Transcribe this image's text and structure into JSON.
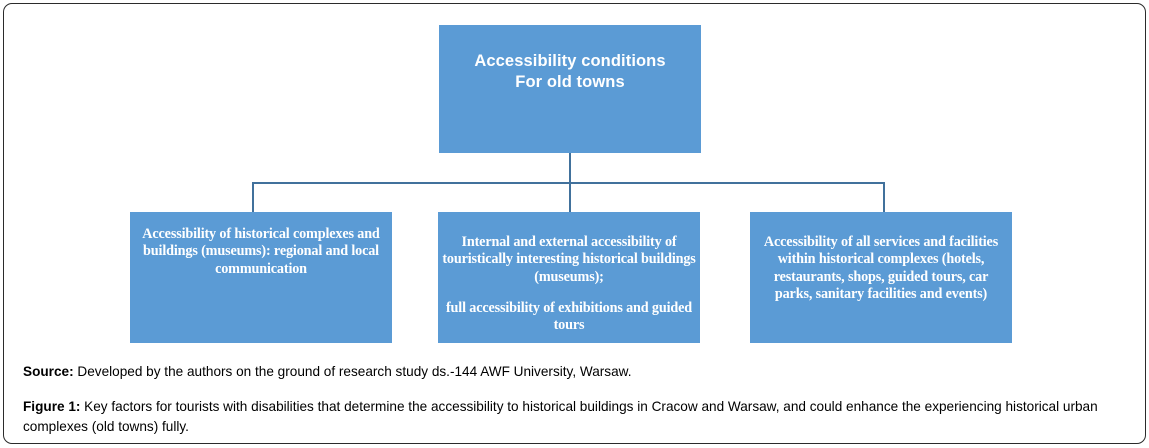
{
  "figure": {
    "root_node": {
      "line1": "Accessibility conditions",
      "line2": "For old towns"
    },
    "children": [
      {
        "id": "accessibility-historical-complexes",
        "paragraphs": [
          "Accessibility of historical complexes and buildings (museums):  regional and local communication"
        ]
      },
      {
        "id": "internal-external-accessibility",
        "paragraphs": [
          "Internal and external accessibility of touristically interesting historical buildings (museums);",
          "full accessibility of exhibitions and guided tours"
        ]
      },
      {
        "id": "accessibility-services-facilities",
        "paragraphs": [
          "Accessibility of all services and facilities within historical complexes (hotels, restaurants, shops, guided tours, car parks, sanitary facilities and events)"
        ]
      }
    ],
    "colors": {
      "node_fill": "#5B9BD5",
      "connector": "#41719C",
      "node_text": "#FFFFFF",
      "frame_border": "#2B2B2B"
    }
  },
  "captions": {
    "source_label": "Source:",
    "source_text": " Developed by the authors on the ground of research study ds.-144 AWF University, Warsaw.",
    "figure_label": "Figure 1:",
    "figure_text": " Key factors for tourists with disabilities that determine the accessibility to historical buildings in Cracow and Warsaw, and could enhance the experiencing historical urban complexes (old towns) fully."
  }
}
